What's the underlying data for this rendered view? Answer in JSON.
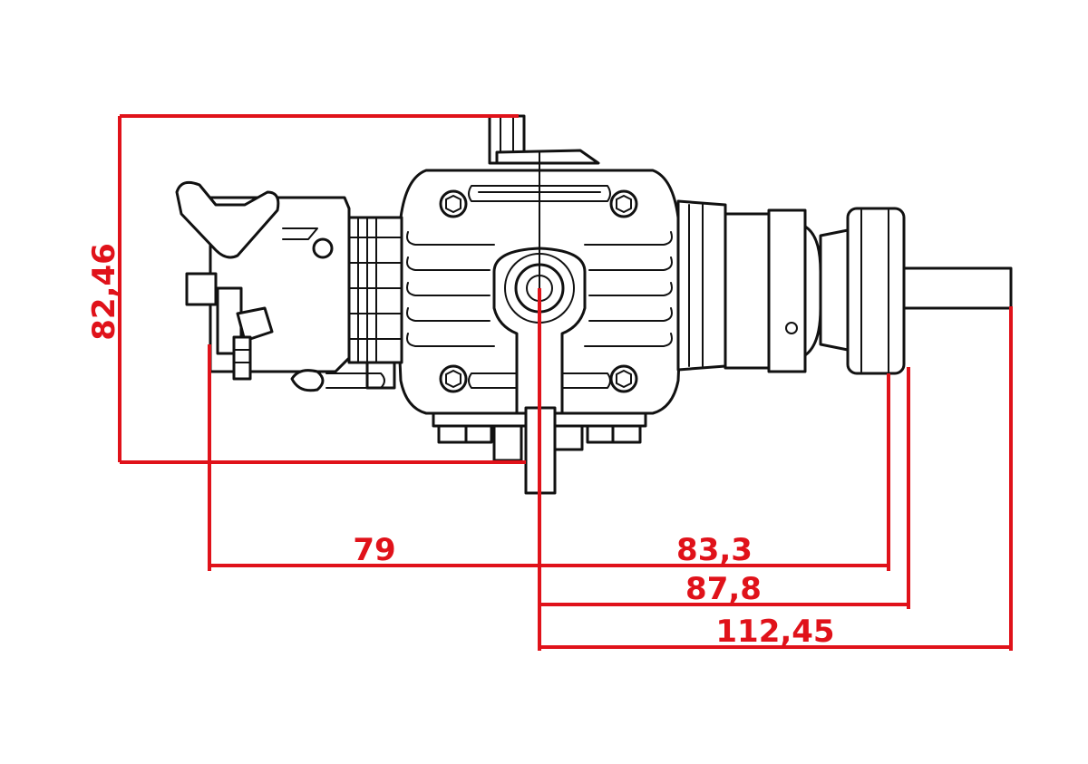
{
  "colors": {
    "dimension": "#e0121a",
    "linework": "#111111",
    "background": "#ffffff"
  },
  "dimensions": {
    "overall_height": "82,46",
    "carb_to_center": "79",
    "center_to_hub_front": "83,3",
    "center_to_hub_rear": "87,8",
    "center_to_shaft_end": "112,45"
  }
}
